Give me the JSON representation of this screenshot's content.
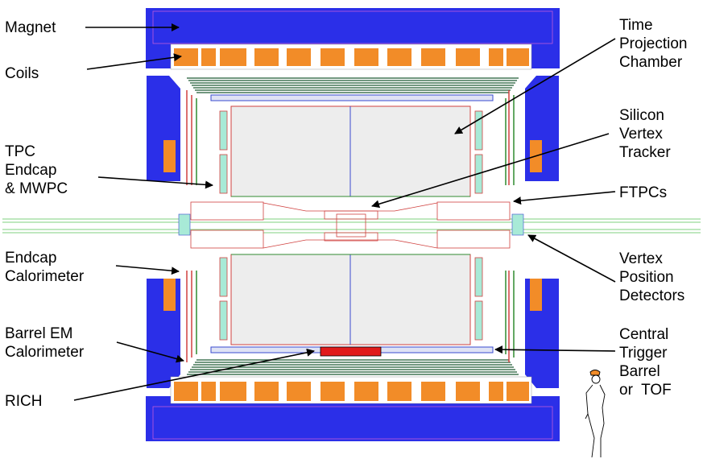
{
  "labels": {
    "magnet": [
      "Magnet"
    ],
    "coils": [
      "Coils"
    ],
    "tpc_endcap": [
      "TPC",
      "Endcap",
      "& MWPC"
    ],
    "endcap_calorimeter": [
      "Endcap",
      "Calorimeter"
    ],
    "barrel_em": [
      "Barrel EM",
      "Calorimeter"
    ],
    "rich": [
      "RICH"
    ],
    "tpc": [
      "Time",
      "Projection",
      "Chamber"
    ],
    "svt": [
      "Silicon",
      "Vertex",
      "Tracker"
    ],
    "ftpcs": [
      "FTPCs"
    ],
    "vpd": [
      "Vertex",
      "Position",
      "Detectors"
    ],
    "ctb": [
      "Central",
      "Trigger",
      "Barrel",
      "or  TOF"
    ]
  },
  "colors": {
    "magnet": "#2b2fe8",
    "coil": "#f28c28",
    "tpc_fill": "#ededed",
    "mwpc": "#a8ead7",
    "rich": "#e11b1b",
    "red_line": "#e8312f",
    "green_line": "#2f8a2f",
    "beam_line": "#7fd27f"
  },
  "icons": [
    "person-figure-icon"
  ]
}
